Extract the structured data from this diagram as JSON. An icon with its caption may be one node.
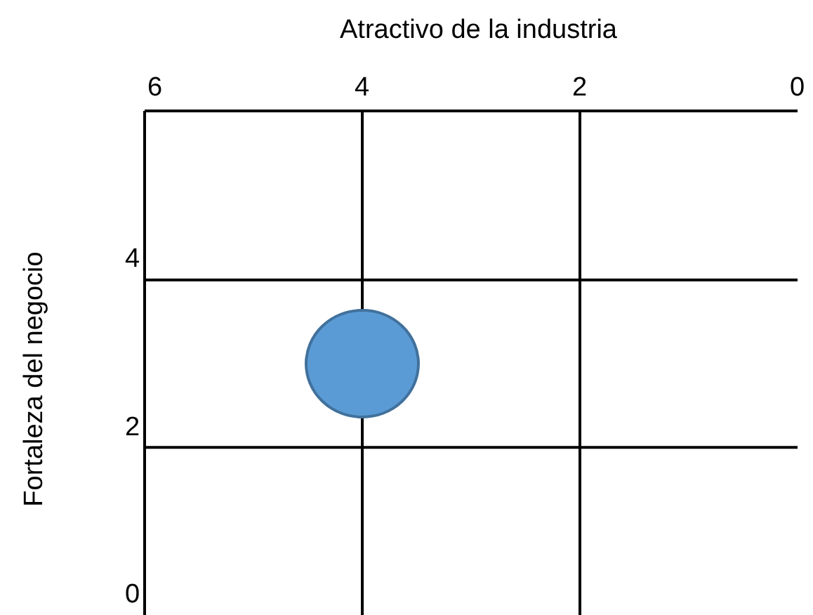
{
  "diagram": {
    "chart_data": {
      "type": "scatter",
      "xlabel": "Atractivo de la industria",
      "ylabel": "Fortaleza del negocio",
      "x": [
        4
      ],
      "series": [
        {
          "color": "#5b9bd5",
          "values": [
            3
          ]
        }
      ],
      "grid": true,
      "xlim": [
        6,
        0
      ],
      "ylim": [
        0,
        6
      ],
      "xticks": [
        6,
        4,
        2,
        0
      ],
      "yticks": [
        0,
        2,
        4
      ]
    }
  }
}
